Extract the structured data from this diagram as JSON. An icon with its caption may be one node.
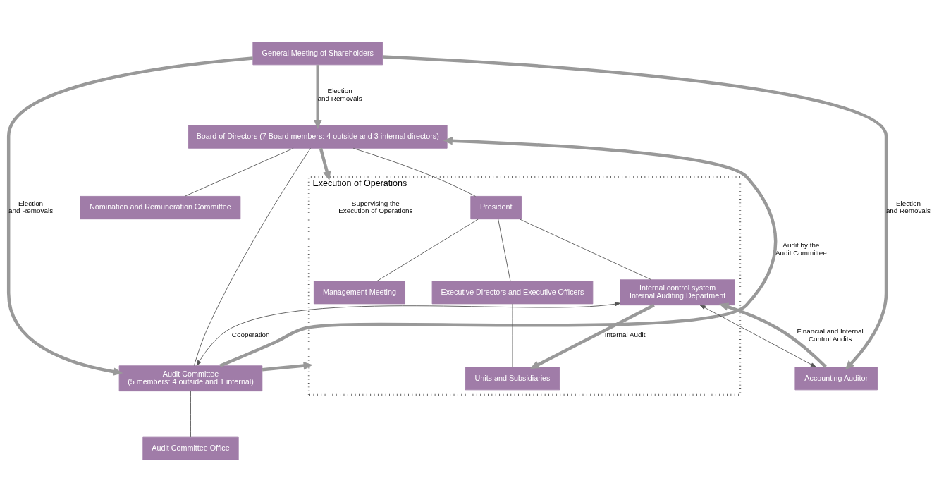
{
  "diagram": {
    "nodes": [
      {
        "text": [
          "General Meeting of Shareholders"
        ]
      },
      {
        "text": [
          "Board of Directors (7 Board members: 4 outside and 3 internal directors)"
        ]
      },
      {
        "text": [
          "Nomination and Remuneration Committee"
        ]
      },
      {
        "text": [
          "Execution of Operations"
        ]
      },
      {
        "text": [
          "President"
        ],
        "in": 3
      },
      {
        "text": [
          "Management Meeting"
        ],
        "in": 3
      },
      {
        "text": [
          "Executive Directors and Executive Officers"
        ],
        "in": 3
      },
      {
        "text": [
          "Units and Subsidiaries"
        ],
        "in": 3
      },
      {
        "text": [
          "Internal control system",
          "Internal Auditing Department"
        ],
        "in": 3
      },
      {
        "text": [
          "Audit Committee",
          "(5 members: 4 outside and 1 internal)"
        ]
      },
      {
        "text": [
          "Audit Committee Office"
        ]
      },
      {
        "text": [
          "Accounting Auditor"
        ]
      }
    ],
    "edges": [
      {
        "from": 0,
        "to": 1,
        "arrow": "to",
        "label": "Election and Removals",
        "style": "thick",
        "color": "#999999"
      },
      {
        "from": 0,
        "to": 9,
        "arrow": "to",
        "label": "Election and Removals",
        "style": "thick",
        "color": "#999999"
      },
      {
        "from": 0,
        "to": 11,
        "arrow": "to",
        "label": "Election and Removals",
        "style": "thick",
        "color": "#999999"
      },
      {
        "from": 1,
        "to": 2,
        "arrow": "none"
      },
      {
        "from": 1,
        "to": 3,
        "arrow": "to",
        "label": "Supervising the Execution of Operations",
        "style": "thick",
        "color": "#999999"
      },
      {
        "from": 1,
        "to": 4,
        "arrow": "none"
      },
      {
        "from": 1,
        "to": 9,
        "arrow": "none"
      },
      {
        "from": 9,
        "to": 1,
        "arrow": "to",
        "label": "Audit by the Audit Committee",
        "style": "thick",
        "color": "#999999"
      },
      {
        "from": 9,
        "to": 3,
        "arrow": "to",
        "style": "thick",
        "color": "#999999"
      },
      {
        "from": 4,
        "to": 5,
        "arrow": "none"
      },
      {
        "from": 4,
        "to": 6,
        "arrow": "none"
      },
      {
        "from": 6,
        "to": 7,
        "arrow": "none"
      },
      {
        "from": 4,
        "to": 8,
        "arrow": "none"
      },
      {
        "from": 8,
        "to": 7,
        "arrow": "to",
        "label": "Internal Audit",
        "style": "thick",
        "color": "#999999"
      },
      {
        "from": 9,
        "to": 10,
        "arrow": "none"
      },
      {
        "from": 8,
        "to": 9,
        "arrow": "both",
        "label": "Cooperation"
      },
      {
        "from": 8,
        "to": 11,
        "arrow": "both"
      },
      {
        "from": 11,
        "to": 8,
        "arrow": "to",
        "label": "Financial and Internal Control Audits",
        "style": "thick",
        "color": "#999999"
      }
    ]
  }
}
